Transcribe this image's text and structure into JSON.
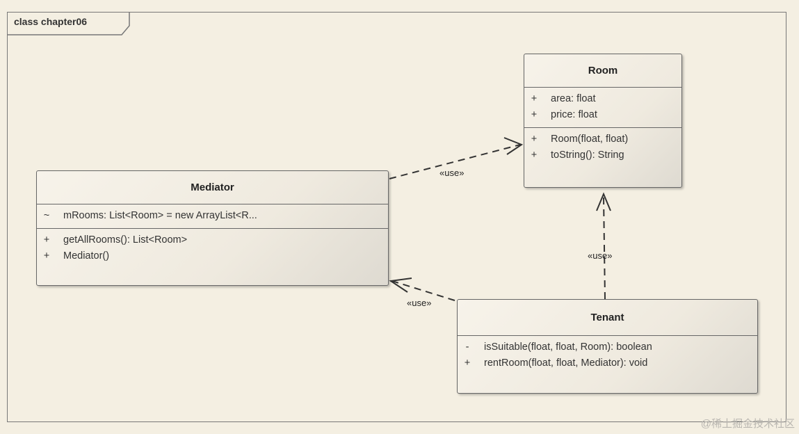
{
  "frame": {
    "title": "class chapter06"
  },
  "classes": {
    "room": {
      "name": "Room",
      "attributes": [
        {
          "visibility": "+",
          "text": "area: float"
        },
        {
          "visibility": "+",
          "text": "price: float"
        }
      ],
      "operations": [
        {
          "visibility": "+",
          "text": "Room(float, float)"
        },
        {
          "visibility": "+",
          "text": "toString(): String"
        }
      ]
    },
    "mediator": {
      "name": "Mediator",
      "attributes": [
        {
          "visibility": "~",
          "text": "mRooms: List<Room> = new ArrayList<R..."
        }
      ],
      "operations": [
        {
          "visibility": "+",
          "text": "getAllRooms(): List<Room>"
        },
        {
          "visibility": "+",
          "text": "Mediator()"
        }
      ]
    },
    "tenant": {
      "name": "Tenant",
      "operations": [
        {
          "visibility": "-",
          "text": "isSuitable(float, float, Room): boolean"
        },
        {
          "visibility": "+",
          "text": "rentRoom(float, float, Mediator): void"
        }
      ]
    }
  },
  "relations": {
    "mediator_room": {
      "label": "«use»"
    },
    "tenant_room": {
      "label": "«use»"
    },
    "tenant_mediator": {
      "label": "«use»"
    }
  },
  "watermark": "@稀土掘金技术社区"
}
